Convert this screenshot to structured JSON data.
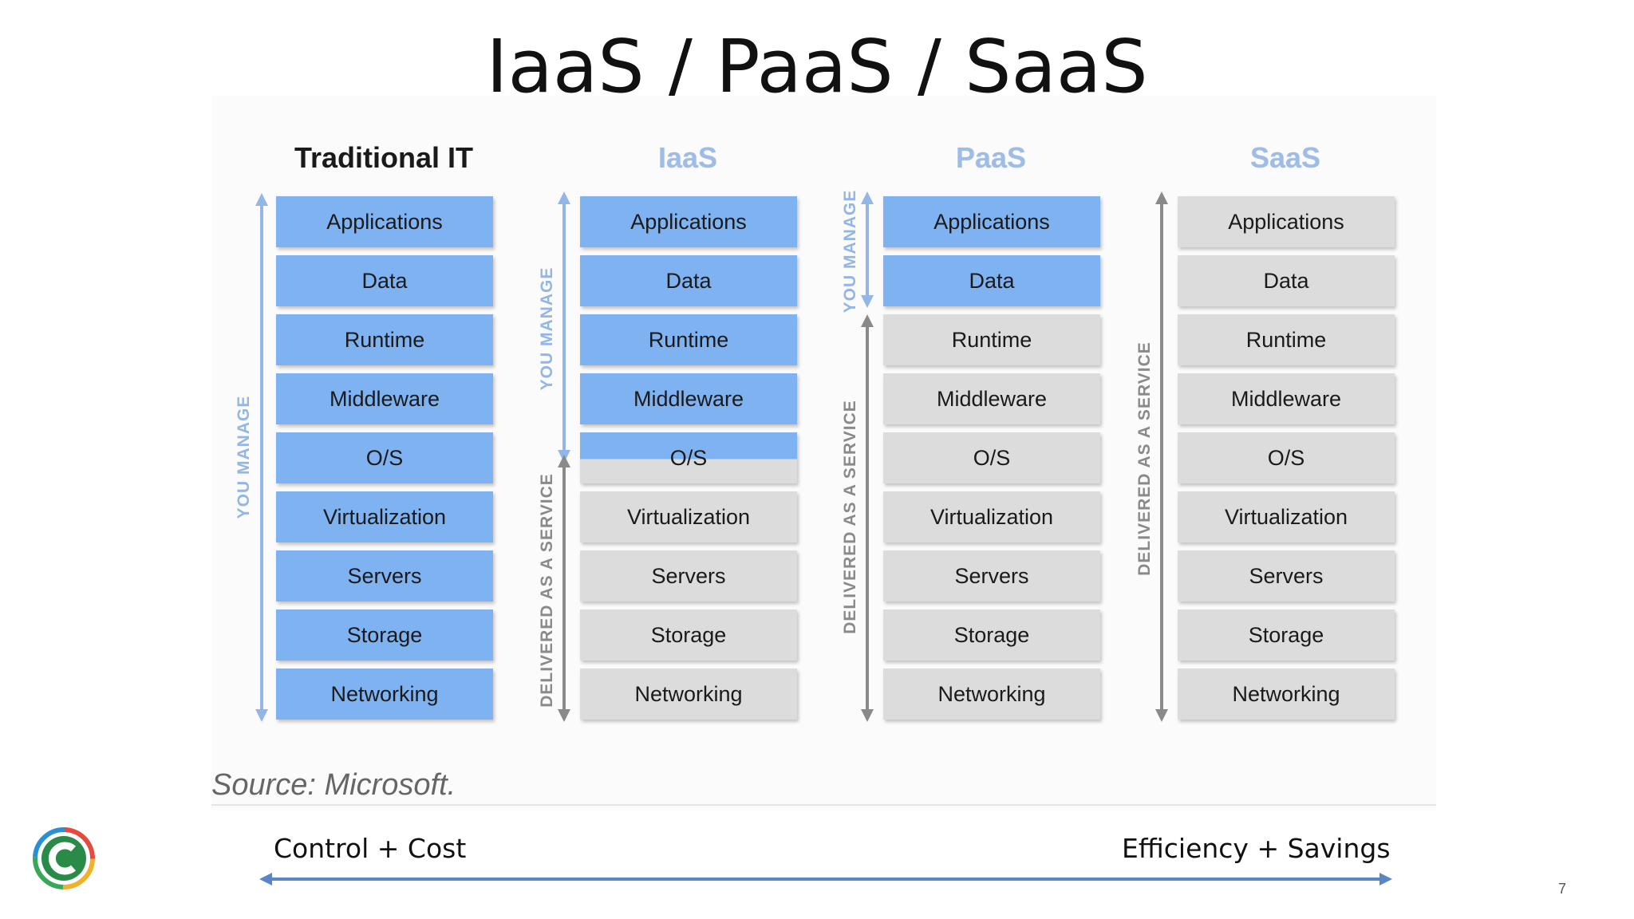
{
  "title": "IaaS / PaaS / SaaS",
  "columns": [
    {
      "header": "Traditional IT",
      "layers": [
        "Applications",
        "Data",
        "Runtime",
        "Middleware",
        "O/S",
        "Virtualization",
        "Servers",
        "Storage",
        "Networking"
      ],
      "you_manage_label": "YOU MANAGE",
      "delivered_label": ""
    },
    {
      "header": "IaaS",
      "layers": [
        "Applications",
        "Data",
        "Runtime",
        "Middleware",
        "O/S",
        "Virtualization",
        "Servers",
        "Storage",
        "Networking"
      ],
      "you_manage_label": "YOU MANAGE",
      "delivered_label": "DELIVERED AS A SERVICE"
    },
    {
      "header": "PaaS",
      "layers": [
        "Applications",
        "Data",
        "Runtime",
        "Middleware",
        "O/S",
        "Virtualization",
        "Servers",
        "Storage",
        "Networking"
      ],
      "you_manage_label": "YOU MANAGE",
      "delivered_label": "DELIVERED AS A SERVICE"
    },
    {
      "header": "SaaS",
      "layers": [
        "Applications",
        "Data",
        "Runtime",
        "Middleware",
        "O/S",
        "Virtualization",
        "Servers",
        "Storage",
        "Networking"
      ],
      "you_manage_label": "",
      "delivered_label": "DELIVERED AS A SERVICE"
    }
  ],
  "source": "Source: Microsoft.",
  "scale": {
    "left_label": "Control + Cost",
    "right_label": "Efficiency + Savings"
  },
  "page_number": "7",
  "colors": {
    "managed": "#7fb2f0",
    "service": "#dcdcdc",
    "scale_arrow": "#5b86c5"
  }
}
